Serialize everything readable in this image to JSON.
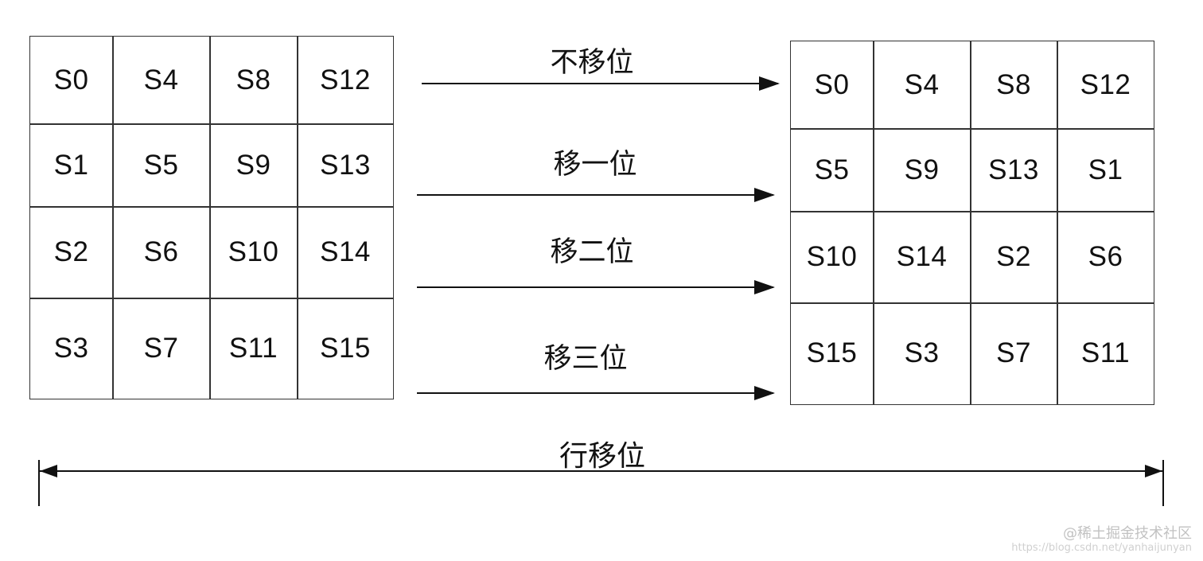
{
  "left_matrix": {
    "rows": [
      [
        "S0",
        "S4",
        "S8",
        "S12"
      ],
      [
        "S1",
        "S5",
        "S9",
        "S13"
      ],
      [
        "S2",
        "S6",
        "S10",
        "S14"
      ],
      [
        "S3",
        "S7",
        "S11",
        "S15"
      ]
    ]
  },
  "right_matrix": {
    "rows": [
      [
        "S0",
        "S4",
        "S8",
        "S12"
      ],
      [
        "S5",
        "S9",
        "S13",
        "S1"
      ],
      [
        "S10",
        "S14",
        "S2",
        "S6"
      ],
      [
        "S15",
        "S3",
        "S7",
        "S11"
      ]
    ]
  },
  "row_labels": [
    "不移位",
    "移一位",
    "移二位",
    "移三位"
  ],
  "bottom_label": "行移位",
  "watermark": {
    "brand": "@稀土掘金技术社区",
    "url": "https://blog.csdn.net/yanhaijunyan"
  }
}
